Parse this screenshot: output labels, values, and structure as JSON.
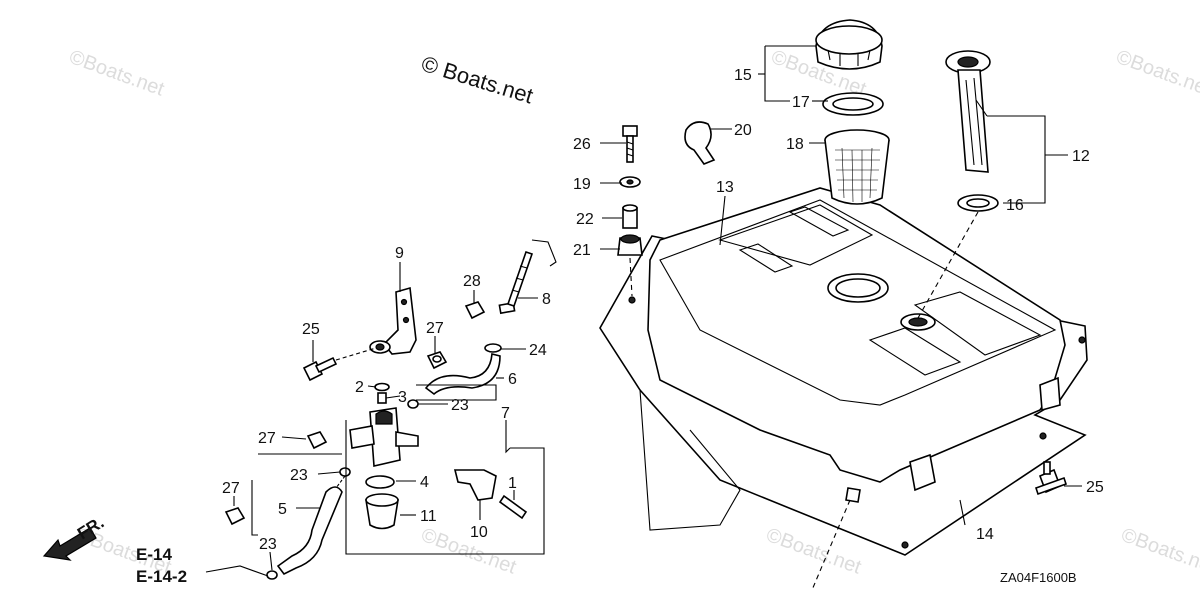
{
  "copyright": "© Boats.net",
  "watermark": "©Boats.net",
  "diagram_code": "ZA04F1600B",
  "front_indicator": "FR.",
  "refs": [
    "E-14",
    "E-14-2"
  ],
  "callouts": {
    "c1": "1",
    "c2": "2",
    "c3": "3",
    "c4": "4",
    "c5": "5",
    "c6": "6",
    "c7": "7",
    "c8": "8",
    "c9": "9",
    "c10": "10",
    "c11": "11",
    "c12": "12",
    "c13": "13",
    "c14": "14",
    "c15": "15",
    "c16": "16",
    "c17": "17",
    "c18": "18",
    "c19": "19",
    "c20": "20",
    "c21": "21",
    "c22": "22",
    "c23": "23",
    "c24": "24",
    "c25": "25",
    "c26": "26",
    "c27": "27",
    "c28": "28"
  }
}
